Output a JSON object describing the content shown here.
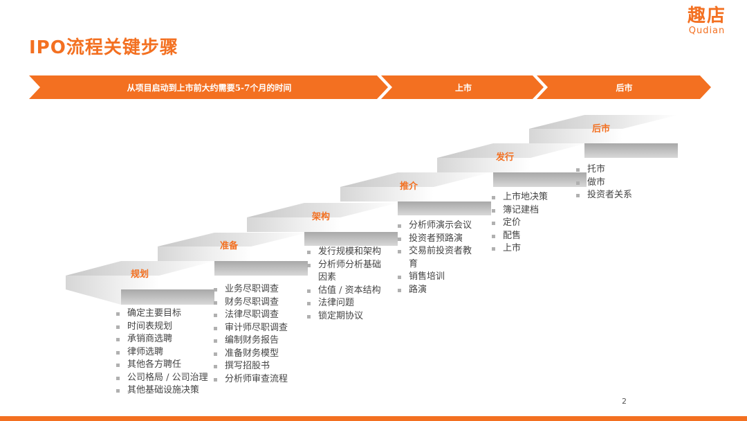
{
  "title": "IPO流程关键步骤",
  "logo": {
    "cn": "趣店",
    "en": "Qudian"
  },
  "banner": {
    "segment1": "从项目启动到上市前大约需要5-7个月的时间",
    "segment2": "上市",
    "segment3": "后市"
  },
  "steps": [
    {
      "label": "规划",
      "items": [
        "确定主要目标",
        "时间表规划",
        "承销商选聘",
        "律师选聘",
        "其他各方聘任",
        "公司格局 / 公司治理",
        "其他基础设施决策"
      ]
    },
    {
      "label": "准备",
      "items": [
        "业务尽职调查",
        "财务尽职调查",
        "法律尽职调查",
        "审计师尽职调查",
        "编制财务报告",
        "准备财务模型",
        "撰写招股书",
        "分析师审查流程"
      ]
    },
    {
      "label": "架构",
      "items": [
        "发行规模和架构",
        "分析师分析基础因素",
        "估值 / 资本结构",
        "法律问题",
        "锁定期协议"
      ]
    },
    {
      "label": "推介",
      "items": [
        "分析师演示会议",
        "投资者预路演",
        "交易前投资者教育",
        "销售培训",
        "路演"
      ]
    },
    {
      "label": "发行",
      "items": [
        "上市地决策",
        "簿记建档",
        "定价",
        "配售",
        "上市"
      ]
    },
    {
      "label": "后市",
      "items": [
        "托市",
        "做市",
        "投资者关系"
      ]
    }
  ],
  "page_number": "2",
  "colors": {
    "accent": "#f37021"
  }
}
